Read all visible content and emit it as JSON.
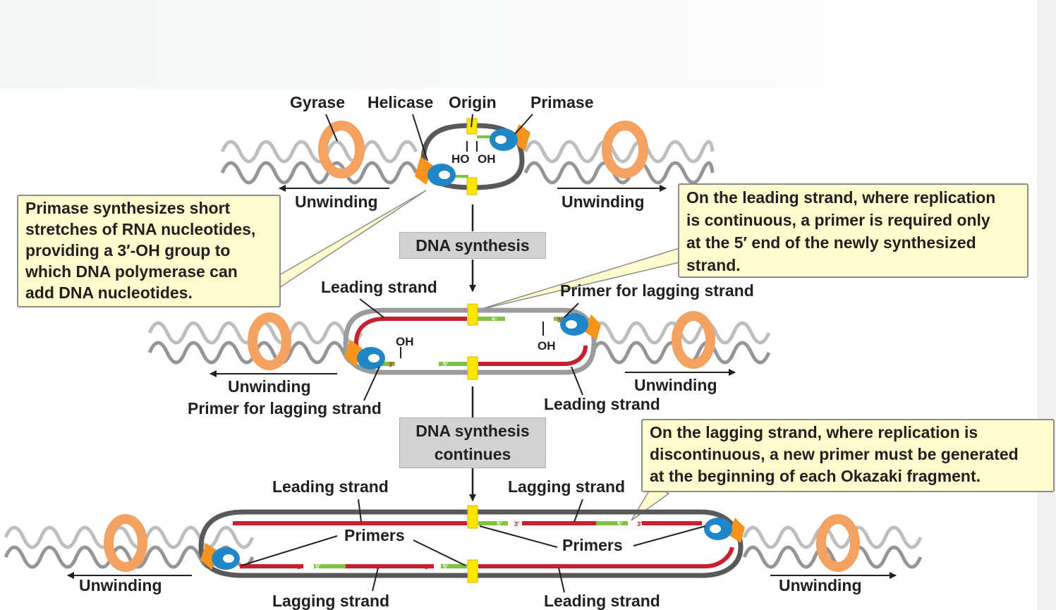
{
  "labels": {
    "gyrase": "Gyrase",
    "helicase": "Helicase",
    "origin": "Origin",
    "primase": "Primase",
    "unwinding": "Unwinding",
    "ho": "HO",
    "oh": "OH",
    "leading_strand": "Leading strand",
    "lagging_strand": "Lagging strand",
    "primer_for_lagging_strand": "Primer for lagging strand",
    "primers": "Primers",
    "prime_3": "3′",
    "prime_5": "5′"
  },
  "steps": {
    "step1": "DNA synthesis",
    "step2_line1": "DNA synthesis",
    "step2_line2": "continues"
  },
  "callouts": {
    "primase_line1": "Primase synthesizes short",
    "primase_line2": "stretches of RNA nucleotides,",
    "primase_line3": "providing a 3′-OH group to",
    "primase_line4": "which DNA polymerase can",
    "primase_line5": "add DNA nucleotides.",
    "leading_line1": "On the leading strand, where replication",
    "leading_line2": "is continuous, a primer is required only",
    "leading_line3": "at the 5′ end of the newly synthesized",
    "leading_line4": "strand.",
    "lagging_line1": "On the lagging strand, where replication is",
    "lagging_line2": "discontinuous, a new primer must be generated",
    "lagging_line3": "at the beginning of each Okazaki fragment."
  },
  "colors": {
    "new_dna": "#c8202f",
    "rna_primer": "#7dc242",
    "origin": "#ffe600",
    "helicase_blue": "#1f87c7",
    "primase_orange": "#f7941d",
    "gyrase": "#f4a261",
    "parental_dark": "#58595b",
    "parental_light": "#bcbec0",
    "callout_fill": "#fffbcc",
    "step_box": "#d1d2d4"
  }
}
